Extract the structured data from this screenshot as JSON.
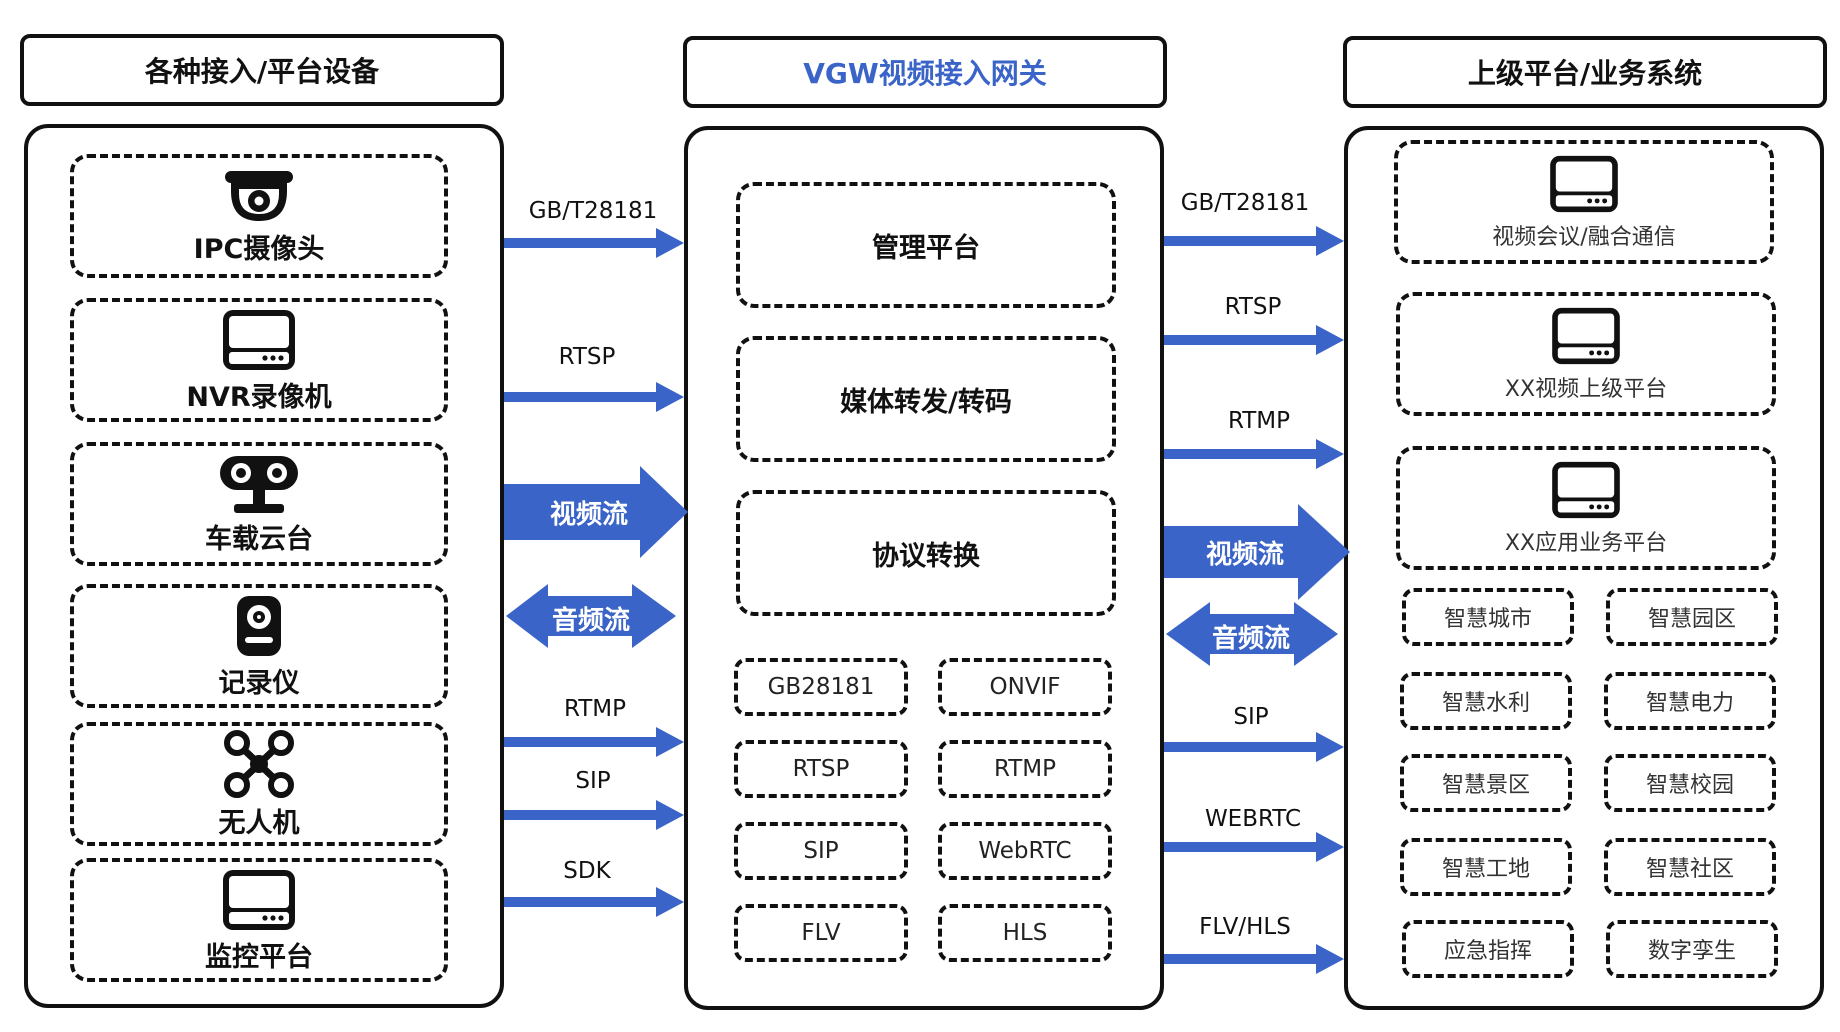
{
  "columns": {
    "left_title": "各种接入/平台设备",
    "center_title": "VGW视频接入网关",
    "right_title": "上级平台/业务系统"
  },
  "devices": [
    {
      "label": "IPC摄像头",
      "icon": "dome-camera-icon"
    },
    {
      "label": "NVR录像机",
      "icon": "nvr-device-icon"
    },
    {
      "label": "车载云台",
      "icon": "vehicle-ptz-icon"
    },
    {
      "label": "记录仪",
      "icon": "body-recorder-icon"
    },
    {
      "label": "无人机",
      "icon": "drone-icon"
    },
    {
      "label": "监控平台",
      "icon": "platform-server-icon"
    }
  ],
  "gateway": {
    "modules": [
      "管理平台",
      "媒体转发/转码",
      "协议转换"
    ],
    "protocols": [
      "GB28181",
      "ONVIF",
      "RTSP",
      "RTMP",
      "SIP",
      "WebRTC",
      "FLV",
      "HLS"
    ]
  },
  "targets": [
    {
      "label": "视频会议/融合通信",
      "icon": "server-icon"
    },
    {
      "label": "XX视频上级平台",
      "icon": "server-icon"
    },
    {
      "label": "XX应用业务平台",
      "icon": "server-icon"
    }
  ],
  "applications": [
    "智慧城市",
    "智慧园区",
    "智慧水利",
    "智慧电力",
    "智慧景区",
    "智慧校园",
    "智慧工地",
    "智慧社区",
    "应急指挥",
    "数字孪生"
  ],
  "left_links": {
    "gb": "GB/T28181",
    "rtsp": "RTSP",
    "video": "视频流",
    "audio": "音频流",
    "rtmp": "RTMP",
    "sip": "SIP",
    "sdk": "SDK"
  },
  "right_links": {
    "gb": "GB/T28181",
    "rtsp": "RTSP",
    "rtmp": "RTMP",
    "video": "视频流",
    "audio": "音频流",
    "sip": "SIP",
    "webrtc": "WEBRTC",
    "flv": "FLV/HLS"
  },
  "colors": {
    "arrow": "#3a64c8",
    "title_accent": "#3a64c8",
    "border": "#111111"
  }
}
